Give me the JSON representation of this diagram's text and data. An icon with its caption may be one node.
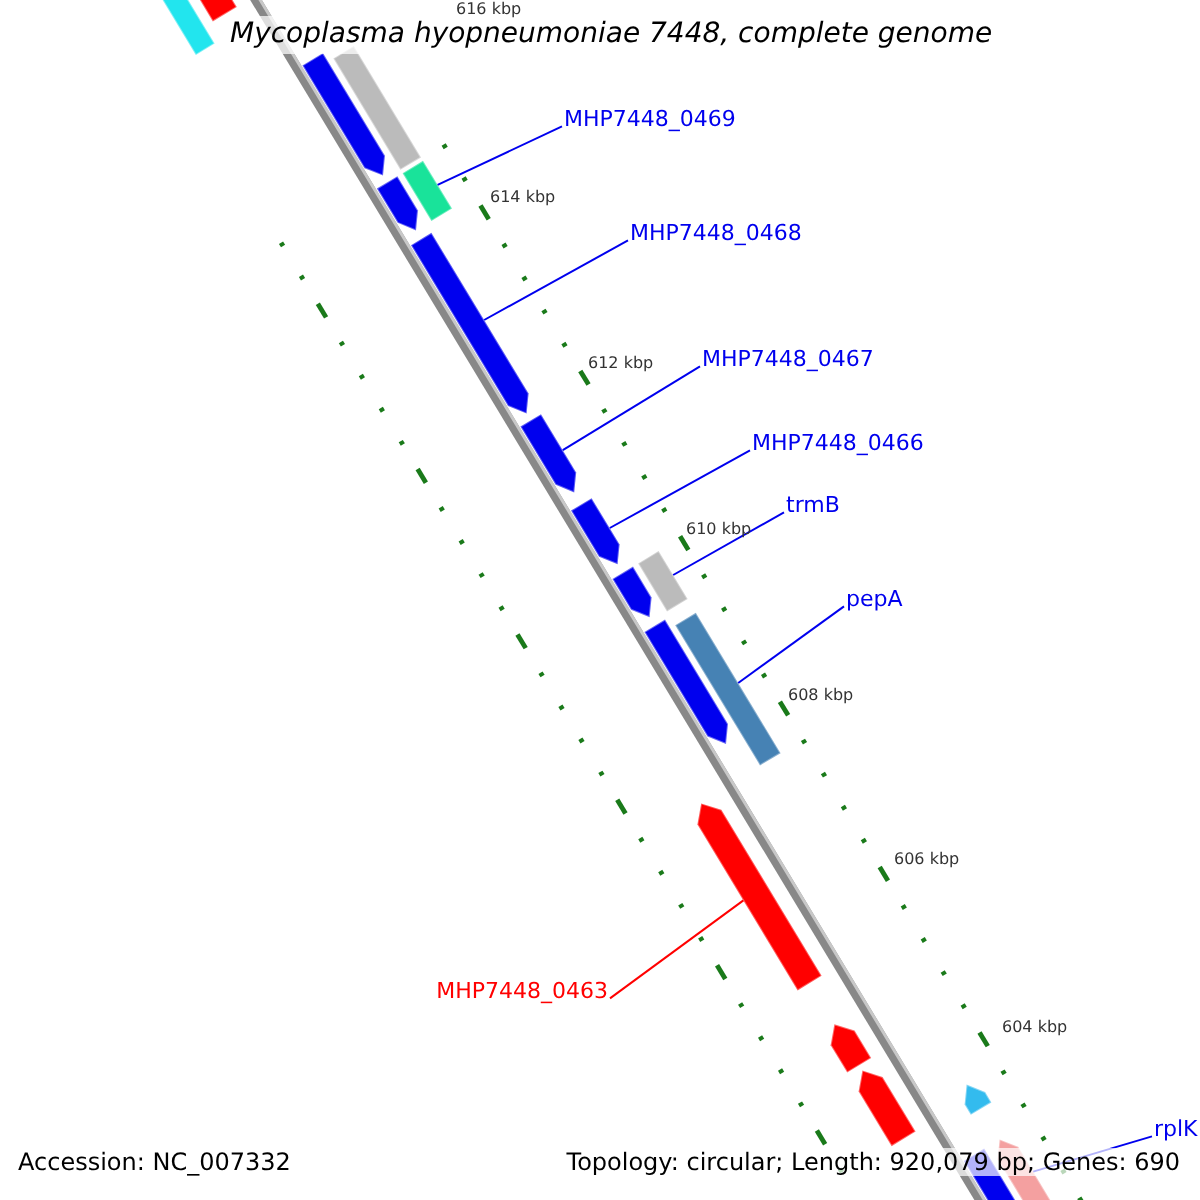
{
  "diagram": {
    "title": "Mycoplasma hyopneumoniae 7448, complete genome",
    "nodes": [
      {
        "text": [
          "MHP7448_0469"
        ]
      },
      {
        "text": [],
        "shape": "bar"
      },
      {
        "text": [
          "MHP7448_0468"
        ]
      },
      {
        "text": [],
        "shape": "bar"
      },
      {
        "text": [
          "MHP7448_0467"
        ]
      },
      {
        "text": [],
        "shape": "bar"
      },
      {
        "text": [
          "MHP7448_0466"
        ]
      },
      {
        "text": [],
        "shape": "bar"
      },
      {
        "text": [
          "trmB"
        ]
      },
      {
        "text": [],
        "shape": "bar"
      },
      {
        "text": [
          "pepA"
        ]
      },
      {
        "text": [],
        "shape": "bar"
      },
      {
        "text": [
          "MHP7448_0463"
        ]
      },
      {
        "text": [],
        "shape": "bar"
      },
      {
        "text": [
          "rplK"
        ]
      },
      {
        "text": [],
        "shape": "bar"
      }
    ],
    "edges": [
      {
        "from": 0,
        "to": 1,
        "arrow": "none"
      },
      {
        "from": 2,
        "to": 3,
        "arrow": "none"
      },
      {
        "from": 4,
        "to": 5,
        "arrow": "none"
      },
      {
        "from": 6,
        "to": 7,
        "arrow": "none"
      },
      {
        "from": 8,
        "to": 9,
        "arrow": "none"
      },
      {
        "from": 10,
        "to": 11,
        "arrow": "none"
      },
      {
        "from": 12,
        "to": 13,
        "arrow": "none",
        "color": "#ff0000"
      },
      {
        "from": 14,
        "to": 15,
        "arrow": "none"
      }
    ],
    "labels": [
      "616 kbp",
      "614 kbp",
      "612 kbp",
      "610 kbp",
      "608 kbp",
      "606 kbp",
      "604 kbp",
      "Accession: NC_007332",
      "Topology: circular; Length: 920,079 bp; Genes: 690"
    ]
  }
}
